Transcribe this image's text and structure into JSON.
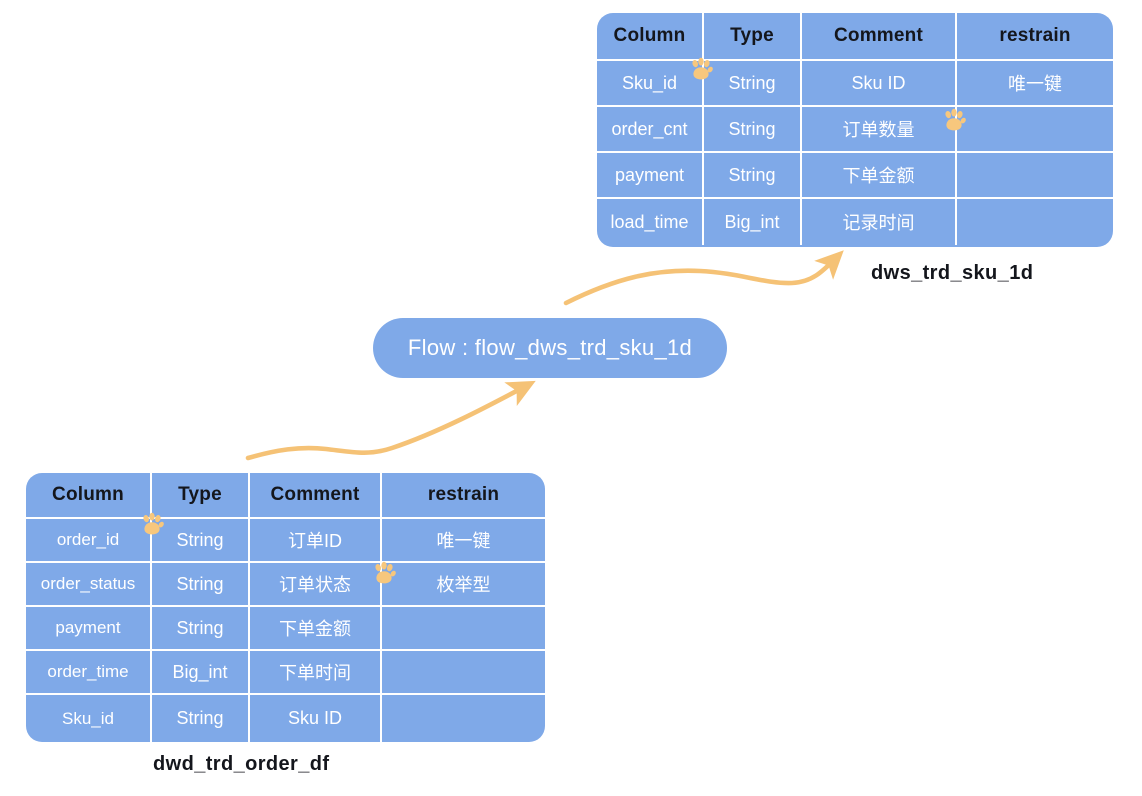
{
  "diagram": {
    "title": "Data warehouse lineage: dwd_trd_order_df -> flow_dws_trd_sku_1d -> dws_trd_sku_1d",
    "colors": {
      "node_blue": "#7FA9E8",
      "arrow_orange": "#F5C276",
      "paw_orange": "#F7C77D",
      "grid_white": "#FFFFFF",
      "header_text": "#14161C",
      "body_text": "#FFFFFF",
      "background": "#FFFFFF"
    }
  },
  "flow_node": {
    "label": "Flow : flow_dws_trd_sku_1d",
    "name": "flow_dws_trd_sku_1d",
    "prefix": "Flow"
  },
  "target_table": {
    "caption": "dws_trd_sku_1d",
    "headers": [
      "Column",
      "Type",
      "Comment",
      "restrain"
    ],
    "rows": [
      {
        "column": "Sku_id",
        "type": "String",
        "comment": "Sku  ID",
        "restrain": "唯一键"
      },
      {
        "column": "order_cnt",
        "type": "String",
        "comment": "订单数量",
        "restrain": ""
      },
      {
        "column": "payment",
        "type": "String",
        "comment": "下单金额",
        "restrain": ""
      },
      {
        "column": "load_time",
        "type": "Big_int",
        "comment": "记录时间",
        "restrain": ""
      }
    ]
  },
  "source_table": {
    "caption": "dwd_trd_order_df",
    "headers": [
      "Column",
      "Type",
      "Comment",
      "restrain"
    ],
    "rows": [
      {
        "column": "order_id",
        "type": "String",
        "comment": "订单ID",
        "restrain": "唯一键"
      },
      {
        "column": "order_status",
        "type": "String",
        "comment": "订单状态",
        "restrain": "枚举型"
      },
      {
        "column": "payment",
        "type": "String",
        "comment": "下单金额",
        "restrain": ""
      },
      {
        "column": "order_time",
        "type": "Big_int",
        "comment": "下单时间",
        "restrain": ""
      },
      {
        "column": "Sku_id",
        "type": "String",
        "comment": "Sku  ID",
        "restrain": ""
      }
    ]
  },
  "icons": {
    "paw": "paw-print-icon",
    "arrow": "curved-arrow-icon"
  },
  "connectors": [
    {
      "name": "source-to-flow",
      "from": "dwd_trd_order_df",
      "to": "flow_dws_trd_sku_1d",
      "style": "curved-arrow"
    },
    {
      "name": "flow-to-target",
      "from": "flow_dws_trd_sku_1d",
      "to": "dws_trd_sku_1d",
      "style": "curved-arrow"
    }
  ]
}
